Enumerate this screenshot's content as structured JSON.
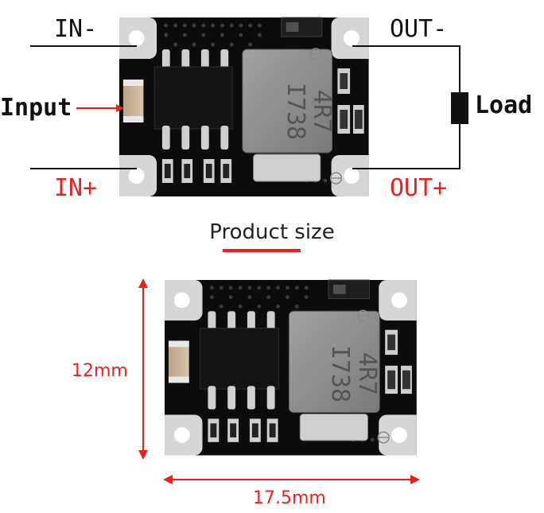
{
  "labels": {
    "in_minus": "IN-",
    "in_plus": "IN+",
    "out_minus": "OUT-",
    "out_plus": "OUT+",
    "input": "Input",
    "load": "Load"
  },
  "title": "Product size",
  "dimensions": {
    "height": "12mm",
    "width": "17.5mm"
  },
  "components": {
    "inductor_marking_line1": "4R7",
    "inductor_marking_line2": "I738"
  },
  "colors": {
    "wire": "#111111",
    "accent_red": "#e8231e",
    "pcb": "#0c0c0c",
    "pad_silver": "#d8d8d8",
    "inductor": "#8e8e8e"
  }
}
